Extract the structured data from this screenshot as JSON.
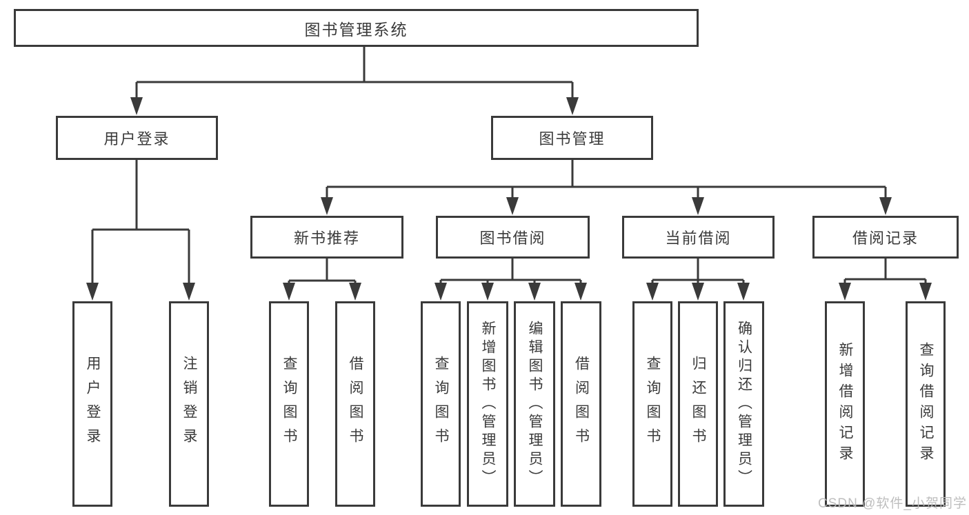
{
  "diagram": {
    "type": "hierarchy-tree",
    "tree": {
      "root": {
        "label": "图书管理系统",
        "children": [
          {
            "label": "用户登录",
            "children": [
              {
                "label": "用户登录"
              },
              {
                "label": "注销登录"
              }
            ]
          },
          {
            "label": "图书管理",
            "children": [
              {
                "label": "新书推荐",
                "children": [
                  {
                    "label": "查询图书"
                  },
                  {
                    "label": "借阅图书"
                  }
                ]
              },
              {
                "label": "图书借阅",
                "children": [
                  {
                    "label": "查询图书"
                  },
                  {
                    "label": "新增图书（管理员）"
                  },
                  {
                    "label": "编辑图书（管理员）"
                  },
                  {
                    "label": "借阅图书"
                  }
                ]
              },
              {
                "label": "当前借阅",
                "children": [
                  {
                    "label": "查询图书"
                  },
                  {
                    "label": "归还图书"
                  },
                  {
                    "label": "确认归还（管理员）"
                  }
                ]
              },
              {
                "label": "借阅记录",
                "children": [
                  {
                    "label": "新增借阅记录"
                  },
                  {
                    "label": "查询借阅记录"
                  }
                ]
              }
            ]
          }
        ]
      }
    },
    "colors": {
      "line": "#3a3a3a",
      "text": "#3a3a3a",
      "background": "#ffffff",
      "watermark": "#bbbbbb"
    }
  },
  "watermark": {
    "text": "CSDN @软件_小贺同学"
  }
}
